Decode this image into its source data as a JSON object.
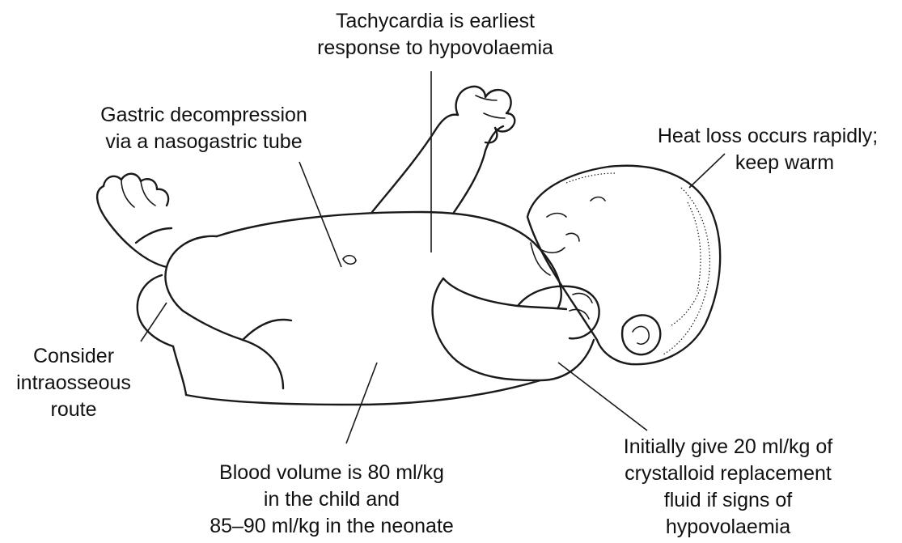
{
  "annotations": {
    "tachycardia": [
      "Tachycardia is earliest",
      "response to hypovolaemia"
    ],
    "gastric": [
      "Gastric decompression",
      "via a nasogastric tube"
    ],
    "heat": [
      "Heat loss occurs rapidly;",
      "keep warm"
    ],
    "intraosseous": [
      "Consider",
      "intraosseous",
      "route"
    ],
    "blood_volume": [
      "Blood volume is 80 ml/kg",
      "in the child and",
      "85–90 ml/kg in the neonate"
    ],
    "fluid": [
      "Initially give 20 ml/kg of",
      "crystalloid replacement",
      "fluid if signs of",
      "hypovolaemia"
    ]
  },
  "colors": {
    "line": "#1a1a1a",
    "text": "#111111",
    "background": "#ffffff"
  }
}
